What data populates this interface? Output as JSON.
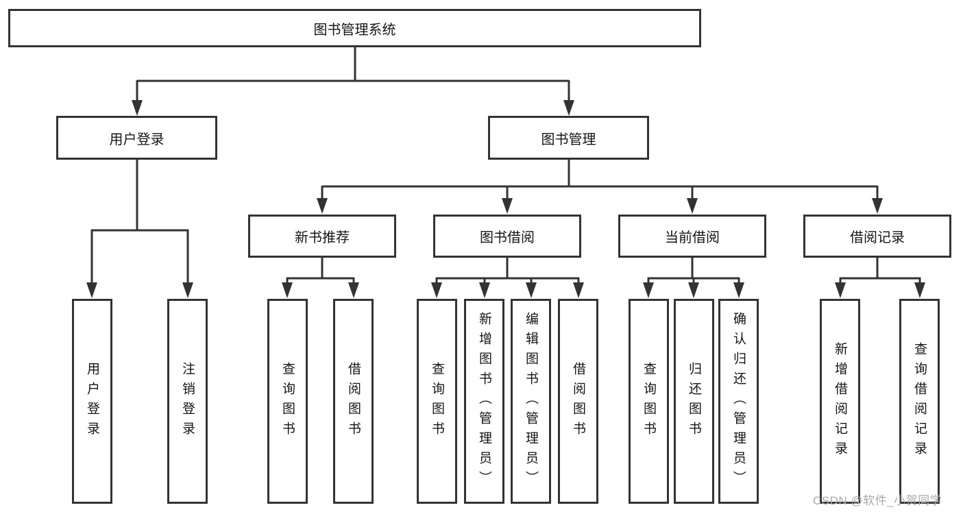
{
  "colors": {
    "background": "#ffffff",
    "line": "#333333",
    "text": "#151515",
    "watermark": "#a9a9a9"
  },
  "watermark": "CSDN @软件_小贺同学",
  "diagram": {
    "root": {
      "label": "图书管理系统"
    },
    "branches": [
      {
        "label": "用户登录",
        "children": [
          {
            "label": "用户登录"
          },
          {
            "label": "注销登录"
          }
        ]
      },
      {
        "label": "图书管理",
        "children": [
          {
            "label": "新书推荐",
            "children": [
              {
                "label": "查询图书"
              },
              {
                "label": "借阅图书"
              }
            ]
          },
          {
            "label": "图书借阅",
            "children": [
              {
                "label": "查询图书"
              },
              {
                "label": "新增图书（管理员）"
              },
              {
                "label": "编辑图书（管理员）"
              },
              {
                "label": "借阅图书"
              }
            ]
          },
          {
            "label": "当前借阅",
            "children": [
              {
                "label": "查询图书"
              },
              {
                "label": "归还图书"
              },
              {
                "label": "确认归还（管理员）"
              }
            ]
          },
          {
            "label": "借阅记录",
            "children": [
              {
                "label": "新增借阅记录"
              },
              {
                "label": "查询借阅记录"
              }
            ]
          }
        ]
      }
    ]
  }
}
